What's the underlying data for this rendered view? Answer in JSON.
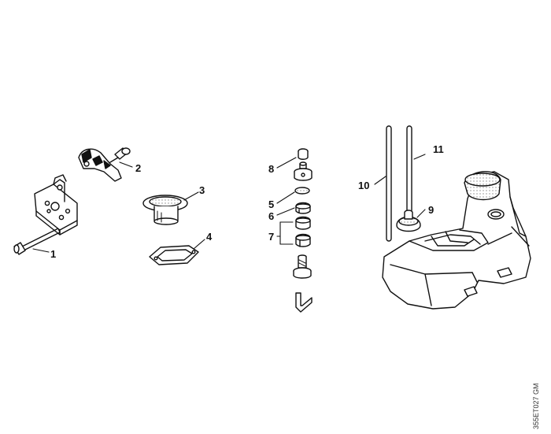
{
  "diagram": {
    "callouts": [
      "1",
      "2",
      "3",
      "4",
      "5",
      "6",
      "7",
      "8",
      "9",
      "10",
      "11"
    ],
    "document_code": "355ET027 GM"
  },
  "colors": {
    "ink": "#111111",
    "paper": "#ffffff",
    "shade": "#bdbdbd"
  }
}
